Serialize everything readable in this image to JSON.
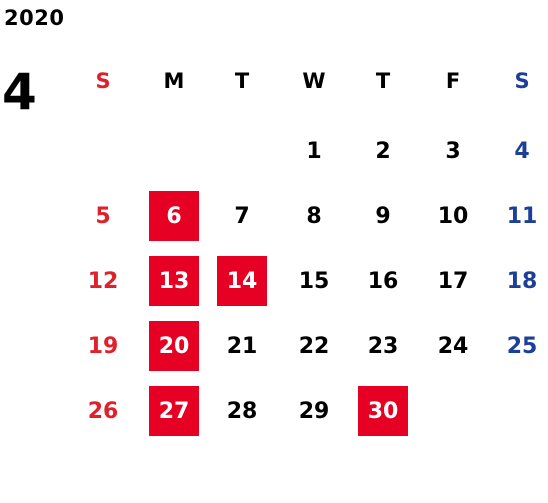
{
  "year": "2020",
  "month": "4",
  "weekdays": [
    "S",
    "M",
    "T",
    "W",
    "T",
    "F",
    "S"
  ],
  "weeks": [
    [
      "",
      "",
      "",
      "1",
      "2",
      "3",
      "4"
    ],
    [
      "5",
      "6",
      "7",
      "8",
      "9",
      "10",
      "11"
    ],
    [
      "12",
      "13",
      "14",
      "15",
      "16",
      "17",
      "18"
    ],
    [
      "19",
      "20",
      "21",
      "22",
      "23",
      "24",
      "25"
    ],
    [
      "26",
      "27",
      "28",
      "29",
      "30",
      "",
      ""
    ]
  ],
  "highlighted_days": [
    "6",
    "13",
    "14",
    "20",
    "27",
    "30"
  ],
  "colors": {
    "sunday": "#e0202a",
    "saturday": "#1d3f97",
    "weekday": "#000000",
    "highlight_bg": "#e60023",
    "highlight_text": "#ffffff"
  }
}
